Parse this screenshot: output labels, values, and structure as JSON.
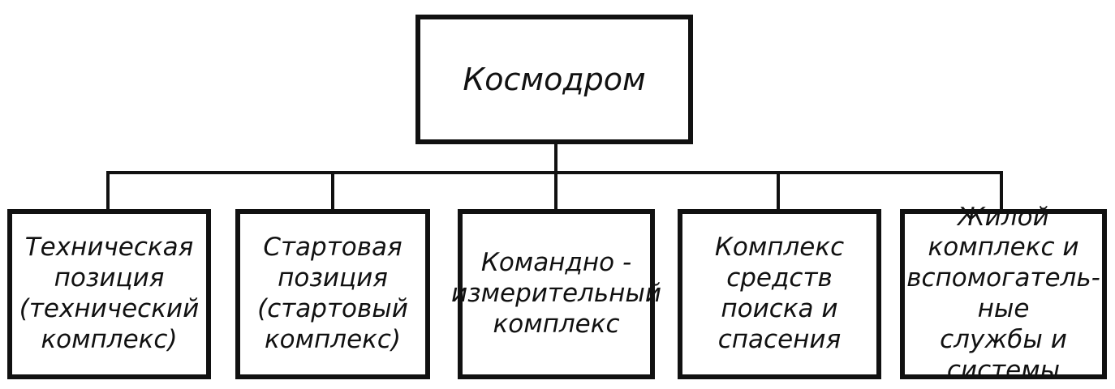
{
  "root": {
    "label": "Космодром"
  },
  "children": [
    {
      "label": "Техническая\nпозиция\n(технический\nкомплекс)"
    },
    {
      "label": "Стартовая\nпозиция\n(стартовый\nкомплекс)"
    },
    {
      "label": "Командно -\nизмерительный\nкомплекс"
    },
    {
      "label": "Комплекс\nсредств\nпоиска  и\nспасения"
    },
    {
      "label": "Жилой\nкомплекс и\nвспомогатель-\nные\nслужбы и\nсистемы"
    }
  ]
}
